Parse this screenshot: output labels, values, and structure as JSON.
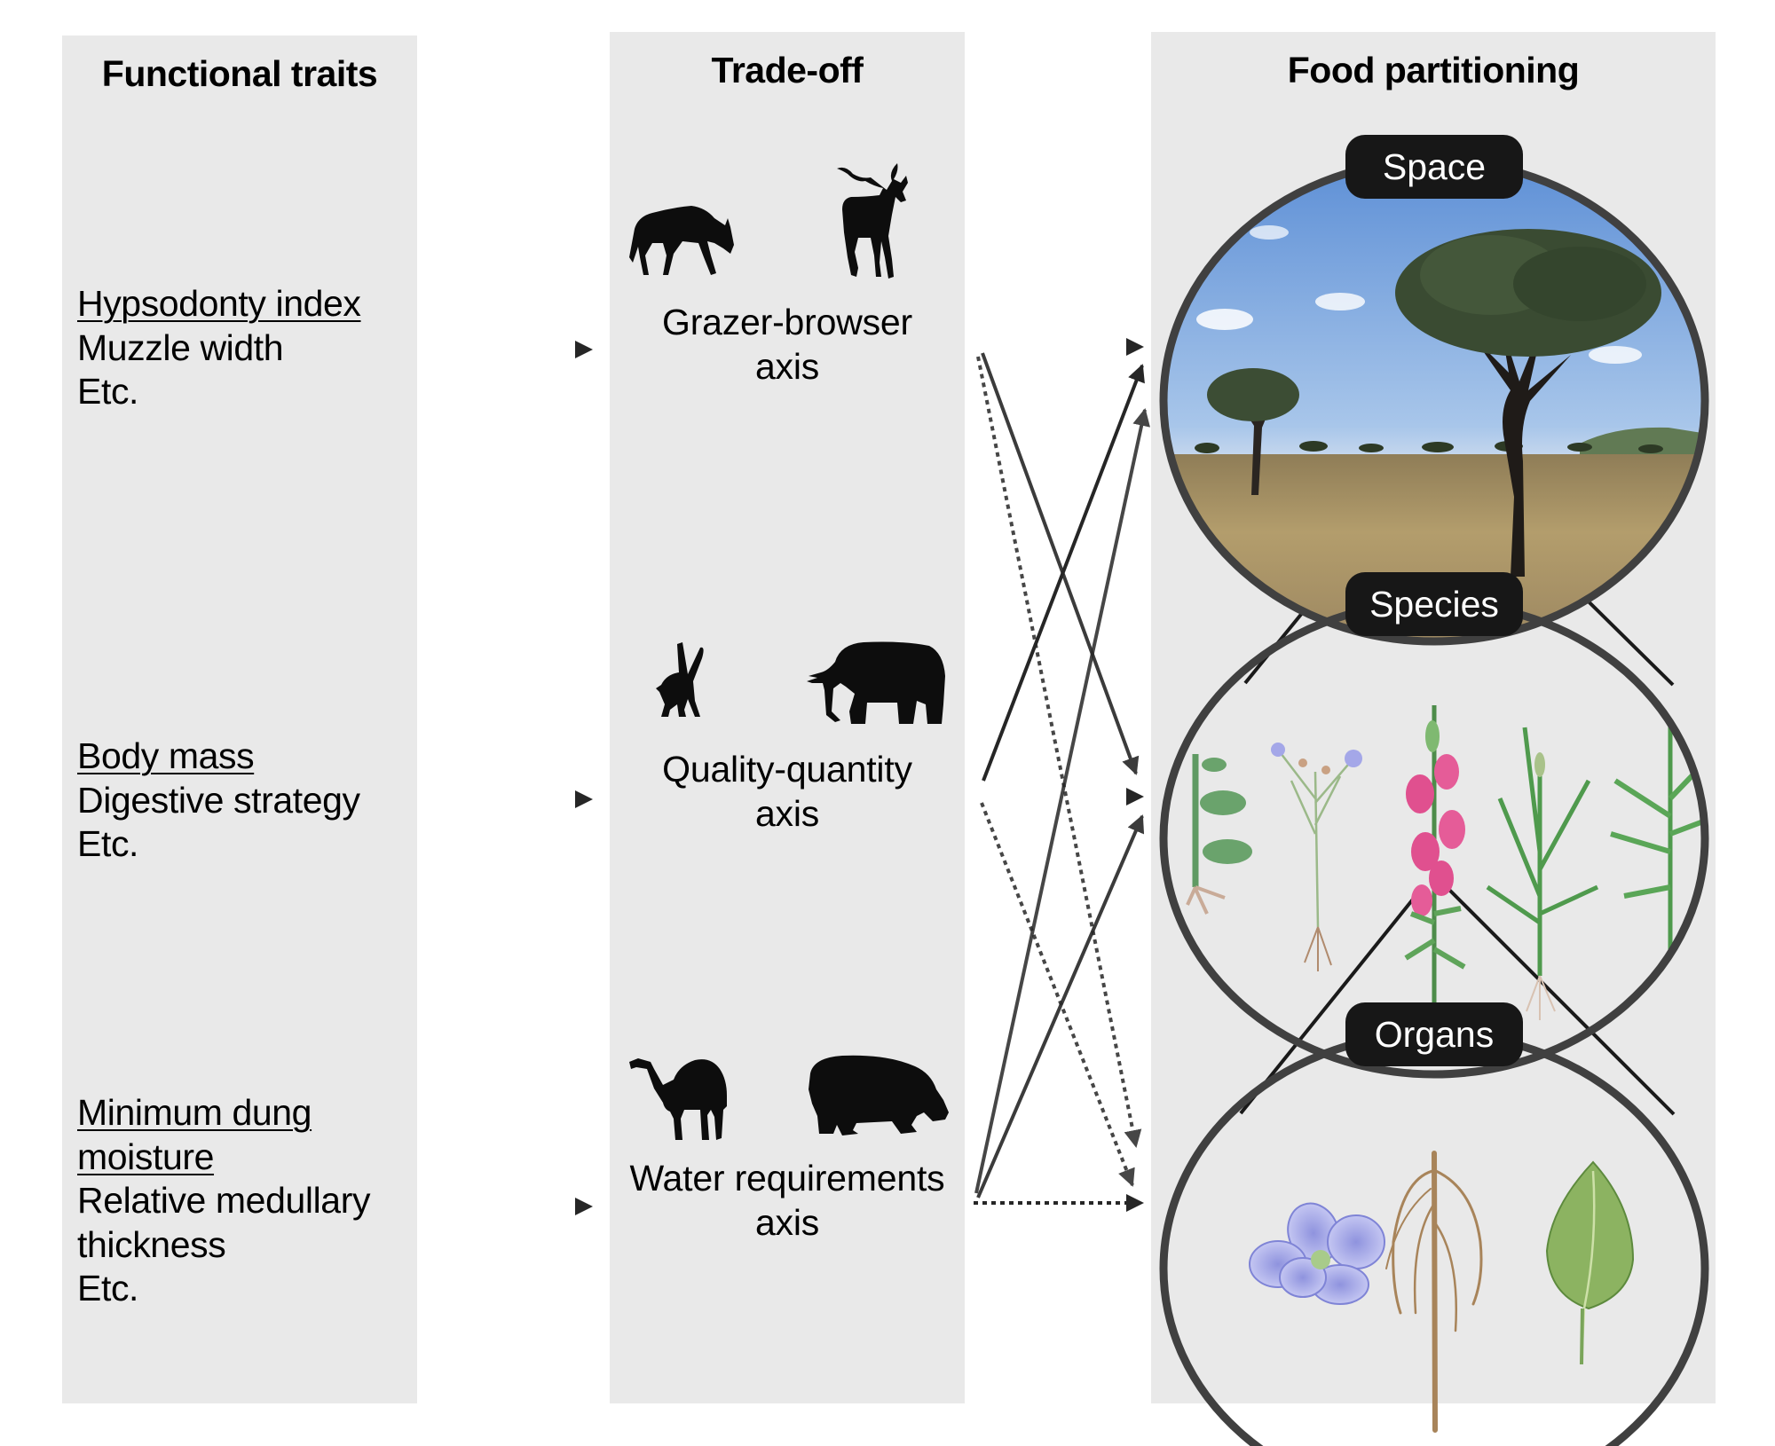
{
  "panels": {
    "traits": {
      "title": "Functional traits",
      "groups": [
        {
          "lines": [
            {
              "text": "Hypsodonty index ",
              "underlined": true
            },
            {
              "text": "Muzzle width"
            },
            {
              "text": "Etc."
            }
          ]
        },
        {
          "lines": [
            {
              "text": "Body mass",
              "underlined": true
            },
            {
              "text": "Digestive strategy"
            },
            {
              "text": "Etc."
            }
          ]
        },
        {
          "lines": [
            {
              "text": "Minimum dung ",
              "underlined": true
            },
            {
              "text": "moisture",
              "underlined": true
            },
            {
              "text": "Relative medullary"
            },
            {
              "text": "thickness"
            },
            {
              "text": "Etc."
            }
          ]
        }
      ]
    },
    "tradeoff": {
      "title": "Trade-off",
      "axes": [
        {
          "line1": "Grazer-browser",
          "line2": "axis",
          "icons": [
            "wildebeest-silhouette",
            "kudu-silhouette"
          ]
        },
        {
          "line1": "Quality-quantity",
          "line2": "axis",
          "icons": [
            "hare-silhouette",
            "elephant-silhouette"
          ]
        },
        {
          "line1": "Water requirements",
          "line2": "axis",
          "icons": [
            "camel-silhouette",
            "hippo-silhouette"
          ]
        }
      ]
    },
    "food": {
      "title": "Food partitioning",
      "levels": [
        {
          "label": "Space",
          "content": "savanna-photo"
        },
        {
          "label": "Species",
          "content": [
            "herb-plant",
            "flax-plant",
            "snapdragon-plant",
            "grass-plant",
            "sorghum-plant"
          ]
        },
        {
          "label": "Organs",
          "content": [
            "flower",
            "root",
            "leaf"
          ]
        }
      ]
    }
  },
  "links": [
    {
      "from": "Grazer-browser axis",
      "to": "Space",
      "style": "solid"
    },
    {
      "from": "Grazer-browser axis",
      "to": "Species",
      "style": "solid"
    },
    {
      "from": "Grazer-browser axis",
      "to": "Organs",
      "style": "dotted"
    },
    {
      "from": "Quality-quantity axis",
      "to": "Space",
      "style": "solid"
    },
    {
      "from": "Quality-quantity axis",
      "to": "Species",
      "style": "solid"
    },
    {
      "from": "Quality-quantity axis",
      "to": "Organs",
      "style": "dotted"
    },
    {
      "from": "Water requirements axis",
      "to": "Space",
      "style": "solid"
    },
    {
      "from": "Water requirements axis",
      "to": "Species",
      "style": "solid"
    },
    {
      "from": "Water requirements axis",
      "to": "Organs",
      "style": "dotted"
    }
  ],
  "colors": {
    "panel_bg": "#e9e9e9",
    "arrow": "#262626",
    "ellipse_stroke": "#404040",
    "label_bg": "#171717",
    "label_text": "#ffffff"
  }
}
